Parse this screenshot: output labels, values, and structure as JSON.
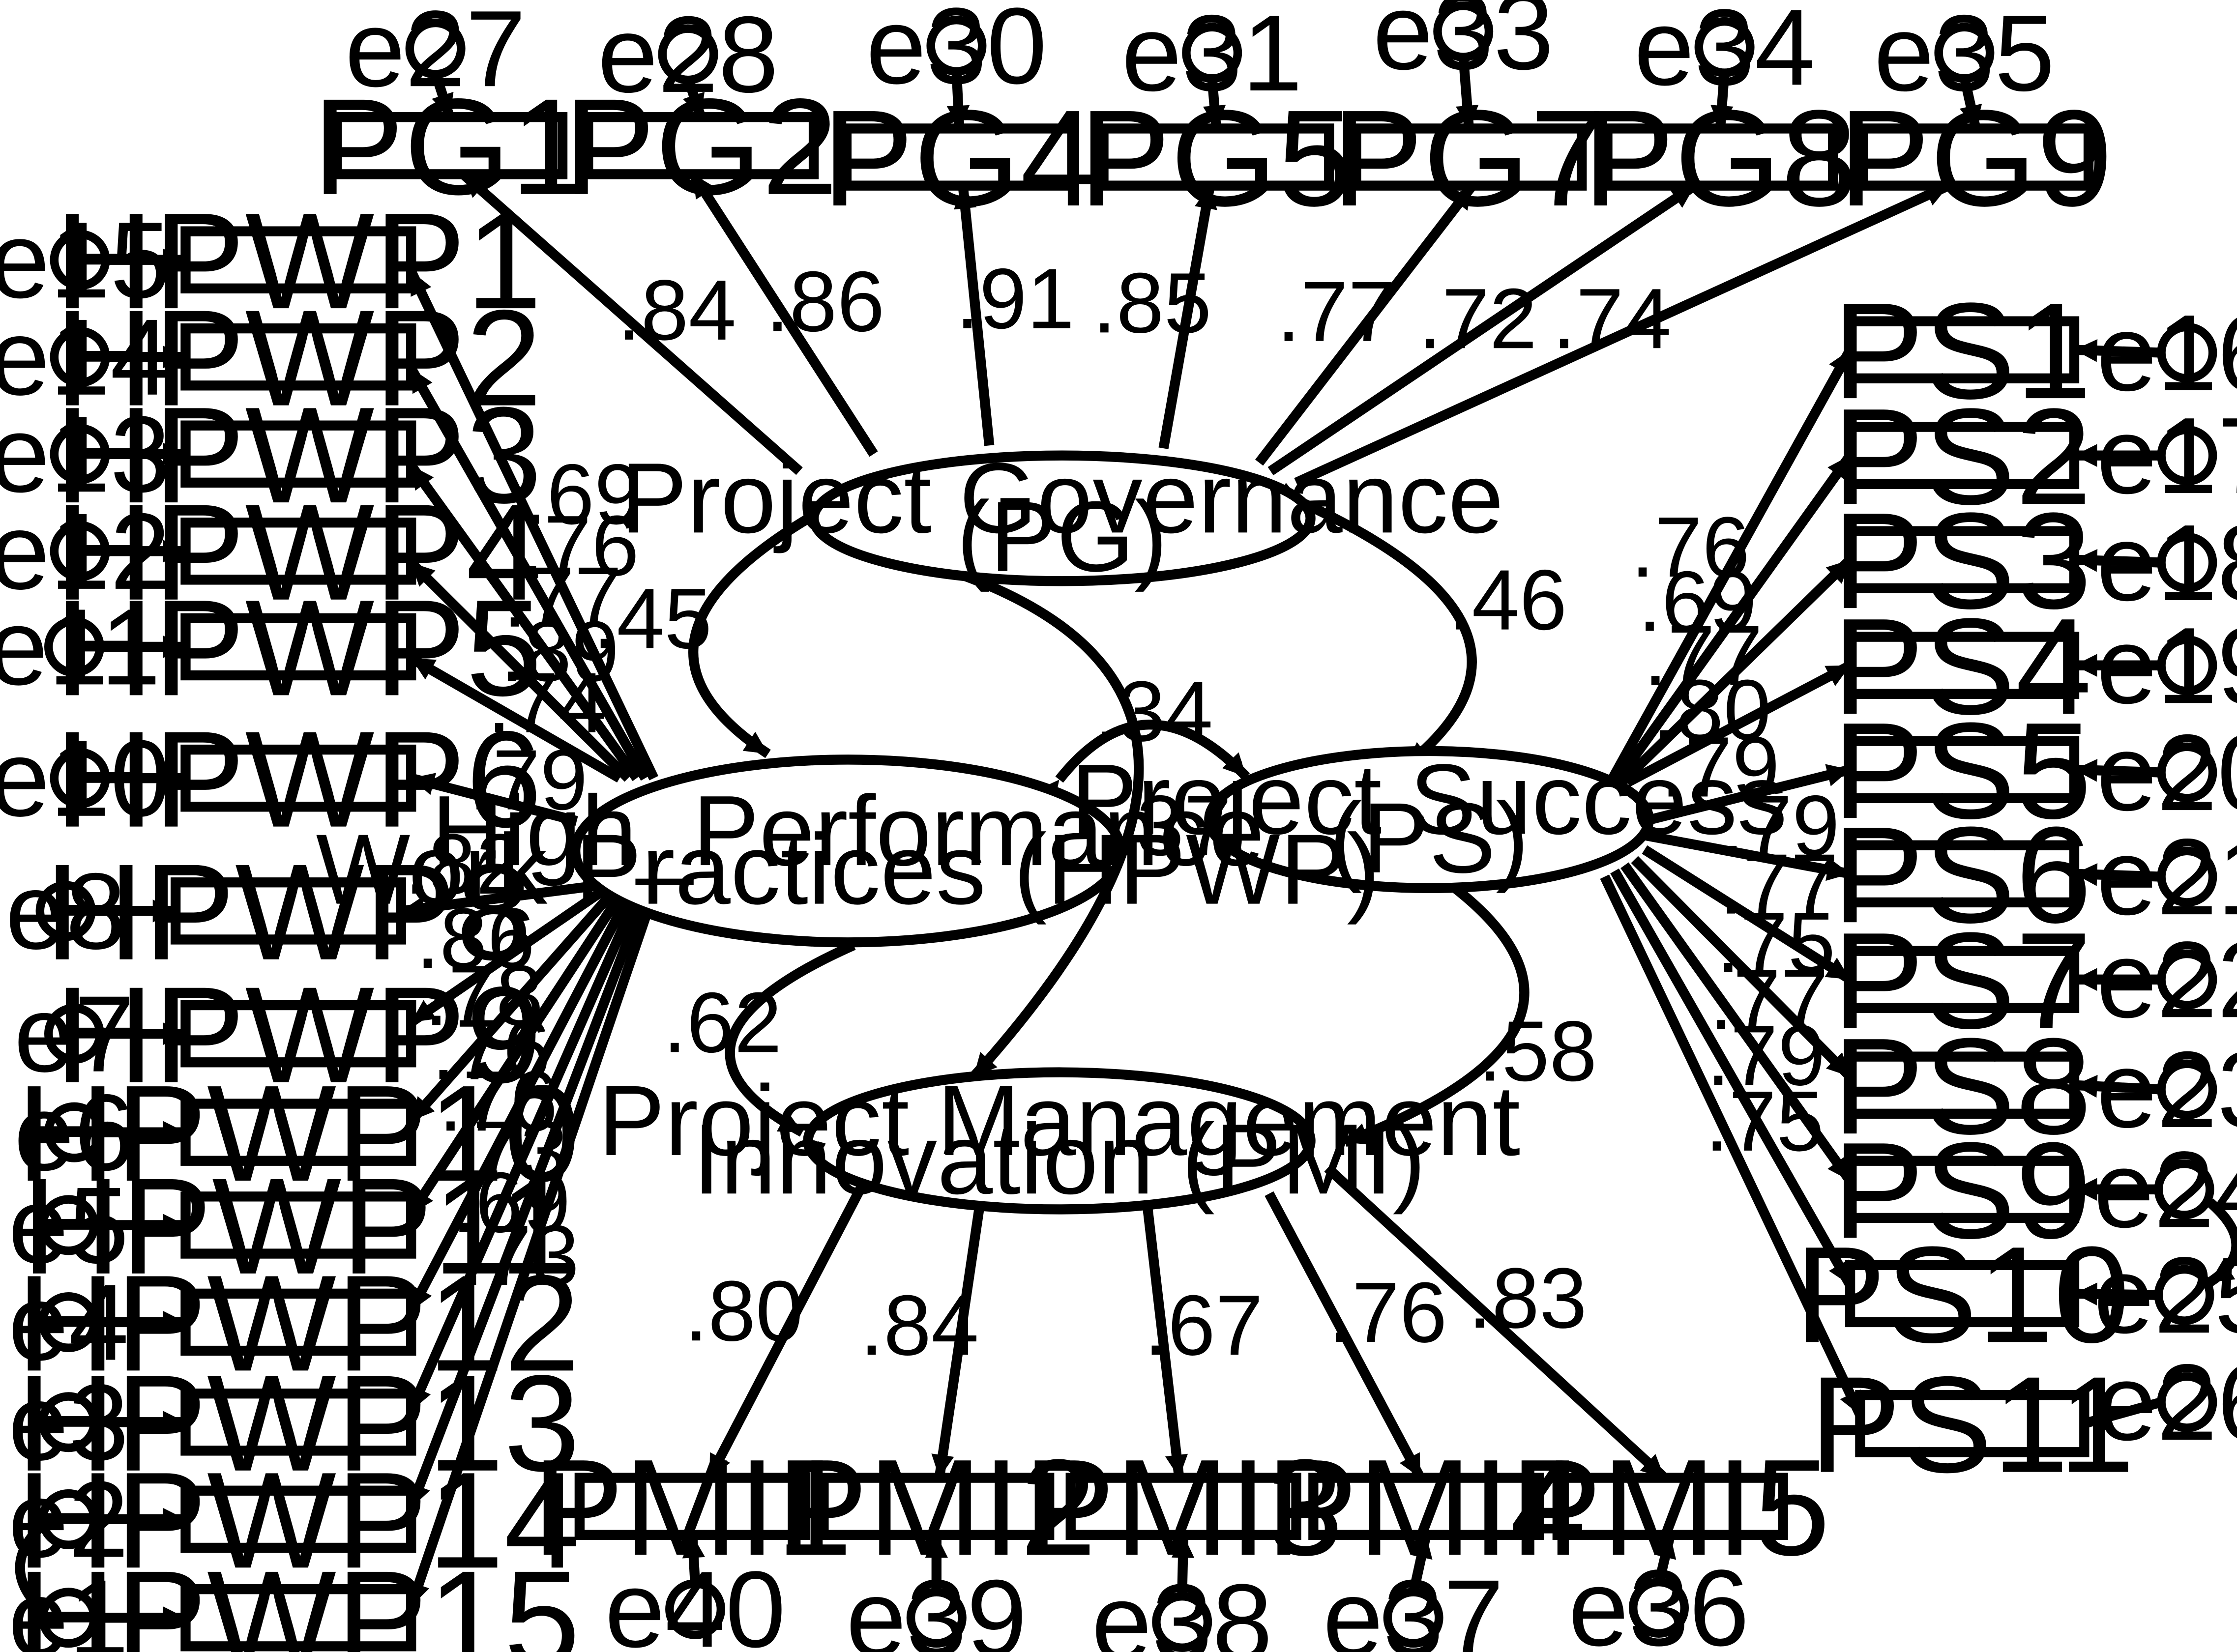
{
  "latents": {
    "PG": {
      "line1": "Project Governance",
      "line2": "(PG)"
    },
    "HPWP": {
      "line1": "High_Performance",
      "line2": "Work Practices (HPWP)"
    },
    "PS": {
      "line1": "Project Success",
      "line2": "(PS)"
    },
    "PMI": {
      "line1": "Project Management",
      "line2": "Innovation (PMI)"
    }
  },
  "indicators": {
    "PG": [
      {
        "label": "PG1",
        "error": "e27",
        "loading": ".84"
      },
      {
        "label": "PG2",
        "error": "e28",
        "loading": ".86"
      },
      {
        "label": "PG4",
        "error": "e30",
        "loading": ".91"
      },
      {
        "label": "PG5",
        "error": "e31",
        "loading": ".85"
      },
      {
        "label": "PG7",
        "error": "e33",
        "loading": ".77"
      },
      {
        "label": "PG8",
        "error": "e34",
        "loading": ".72"
      },
      {
        "label": "PG9",
        "error": "e35",
        "loading": ".74"
      }
    ],
    "HPWP": [
      {
        "label": "HPWP1",
        "error": "e15",
        "loading": ".69"
      },
      {
        "label": "HPWP2",
        "error": "e14",
        "loading": ".76"
      },
      {
        "label": "HPWP3",
        "error": "e13",
        "loading": ".77"
      },
      {
        "label": "HPWP4",
        "error": "e12",
        "loading": ".89"
      },
      {
        "label": "HPWP5",
        "error": "e11",
        "loading": ".74"
      },
      {
        "label": "HPWP6",
        "error": "e10",
        "loading": ".79"
      },
      {
        "label": "HPWP8",
        "error": "e8",
        "loading": ".82"
      },
      {
        "label": "HPWP9",
        "error": "e7",
        "loading": ".86"
      },
      {
        "label": "HPWP10",
        "error": "e6",
        "loading": ".78"
      },
      {
        "label": "HPWP11",
        "error": "e5",
        "loading": ".76"
      },
      {
        "label": "HPWP12",
        "error": "e4",
        "loading": ".76"
      },
      {
        "label": "HPWP13",
        "error": "e3",
        "loading": ".73"
      },
      {
        "label": "HPWP14",
        "error": "e2",
        "loading": ".69"
      },
      {
        "label": "HPWP15",
        "error": "e1",
        "loading": ".73"
      }
    ],
    "PS": [
      {
        "label": "PS1",
        "error": "e16",
        "loading": ".76"
      },
      {
        "label": "PS2",
        "error": "e17",
        "loading": ".69"
      },
      {
        "label": "PS3",
        "error": "e18",
        "loading": ".77"
      },
      {
        "label": "PS4",
        "error": "e19",
        "loading": ".80"
      },
      {
        "label": "PS5",
        "error": "e20",
        "loading": ".79"
      },
      {
        "label": "PS6",
        "error": "e21",
        "loading": ".79"
      },
      {
        "label": "PS7",
        "error": "e22",
        "loading": ".77"
      },
      {
        "label": "PS8",
        "error": "e23",
        "loading": ".75"
      },
      {
        "label": "PS9",
        "error": "e24",
        "loading": ".77"
      },
      {
        "label": "PS10",
        "error": "e25",
        "loading": ".79"
      },
      {
        "label": "PS11",
        "error": "e26",
        "loading": ".75"
      }
    ],
    "PMI": [
      {
        "label": "PMI1",
        "error": "e40",
        "loading": ".80"
      },
      {
        "label": "PMI2",
        "error": "e39",
        "loading": ".84"
      },
      {
        "label": "PMI3",
        "error": "e38",
        "loading": ".67"
      },
      {
        "label": "PMI4",
        "error": "e37",
        "loading": ".76"
      },
      {
        "label": "PMI5",
        "error": "e36",
        "loading": ".83"
      }
    ]
  },
  "correlations": {
    "PG_HPWP": ".45",
    "PG_PS": ".46",
    "HPWP_PS": ".34",
    "PG_PMI": ".37",
    "HPWP_PMI": ".62",
    "PS_PMI": ".58"
  },
  "colors": {
    "stroke": "#000000",
    "background": "#ffffff"
  }
}
